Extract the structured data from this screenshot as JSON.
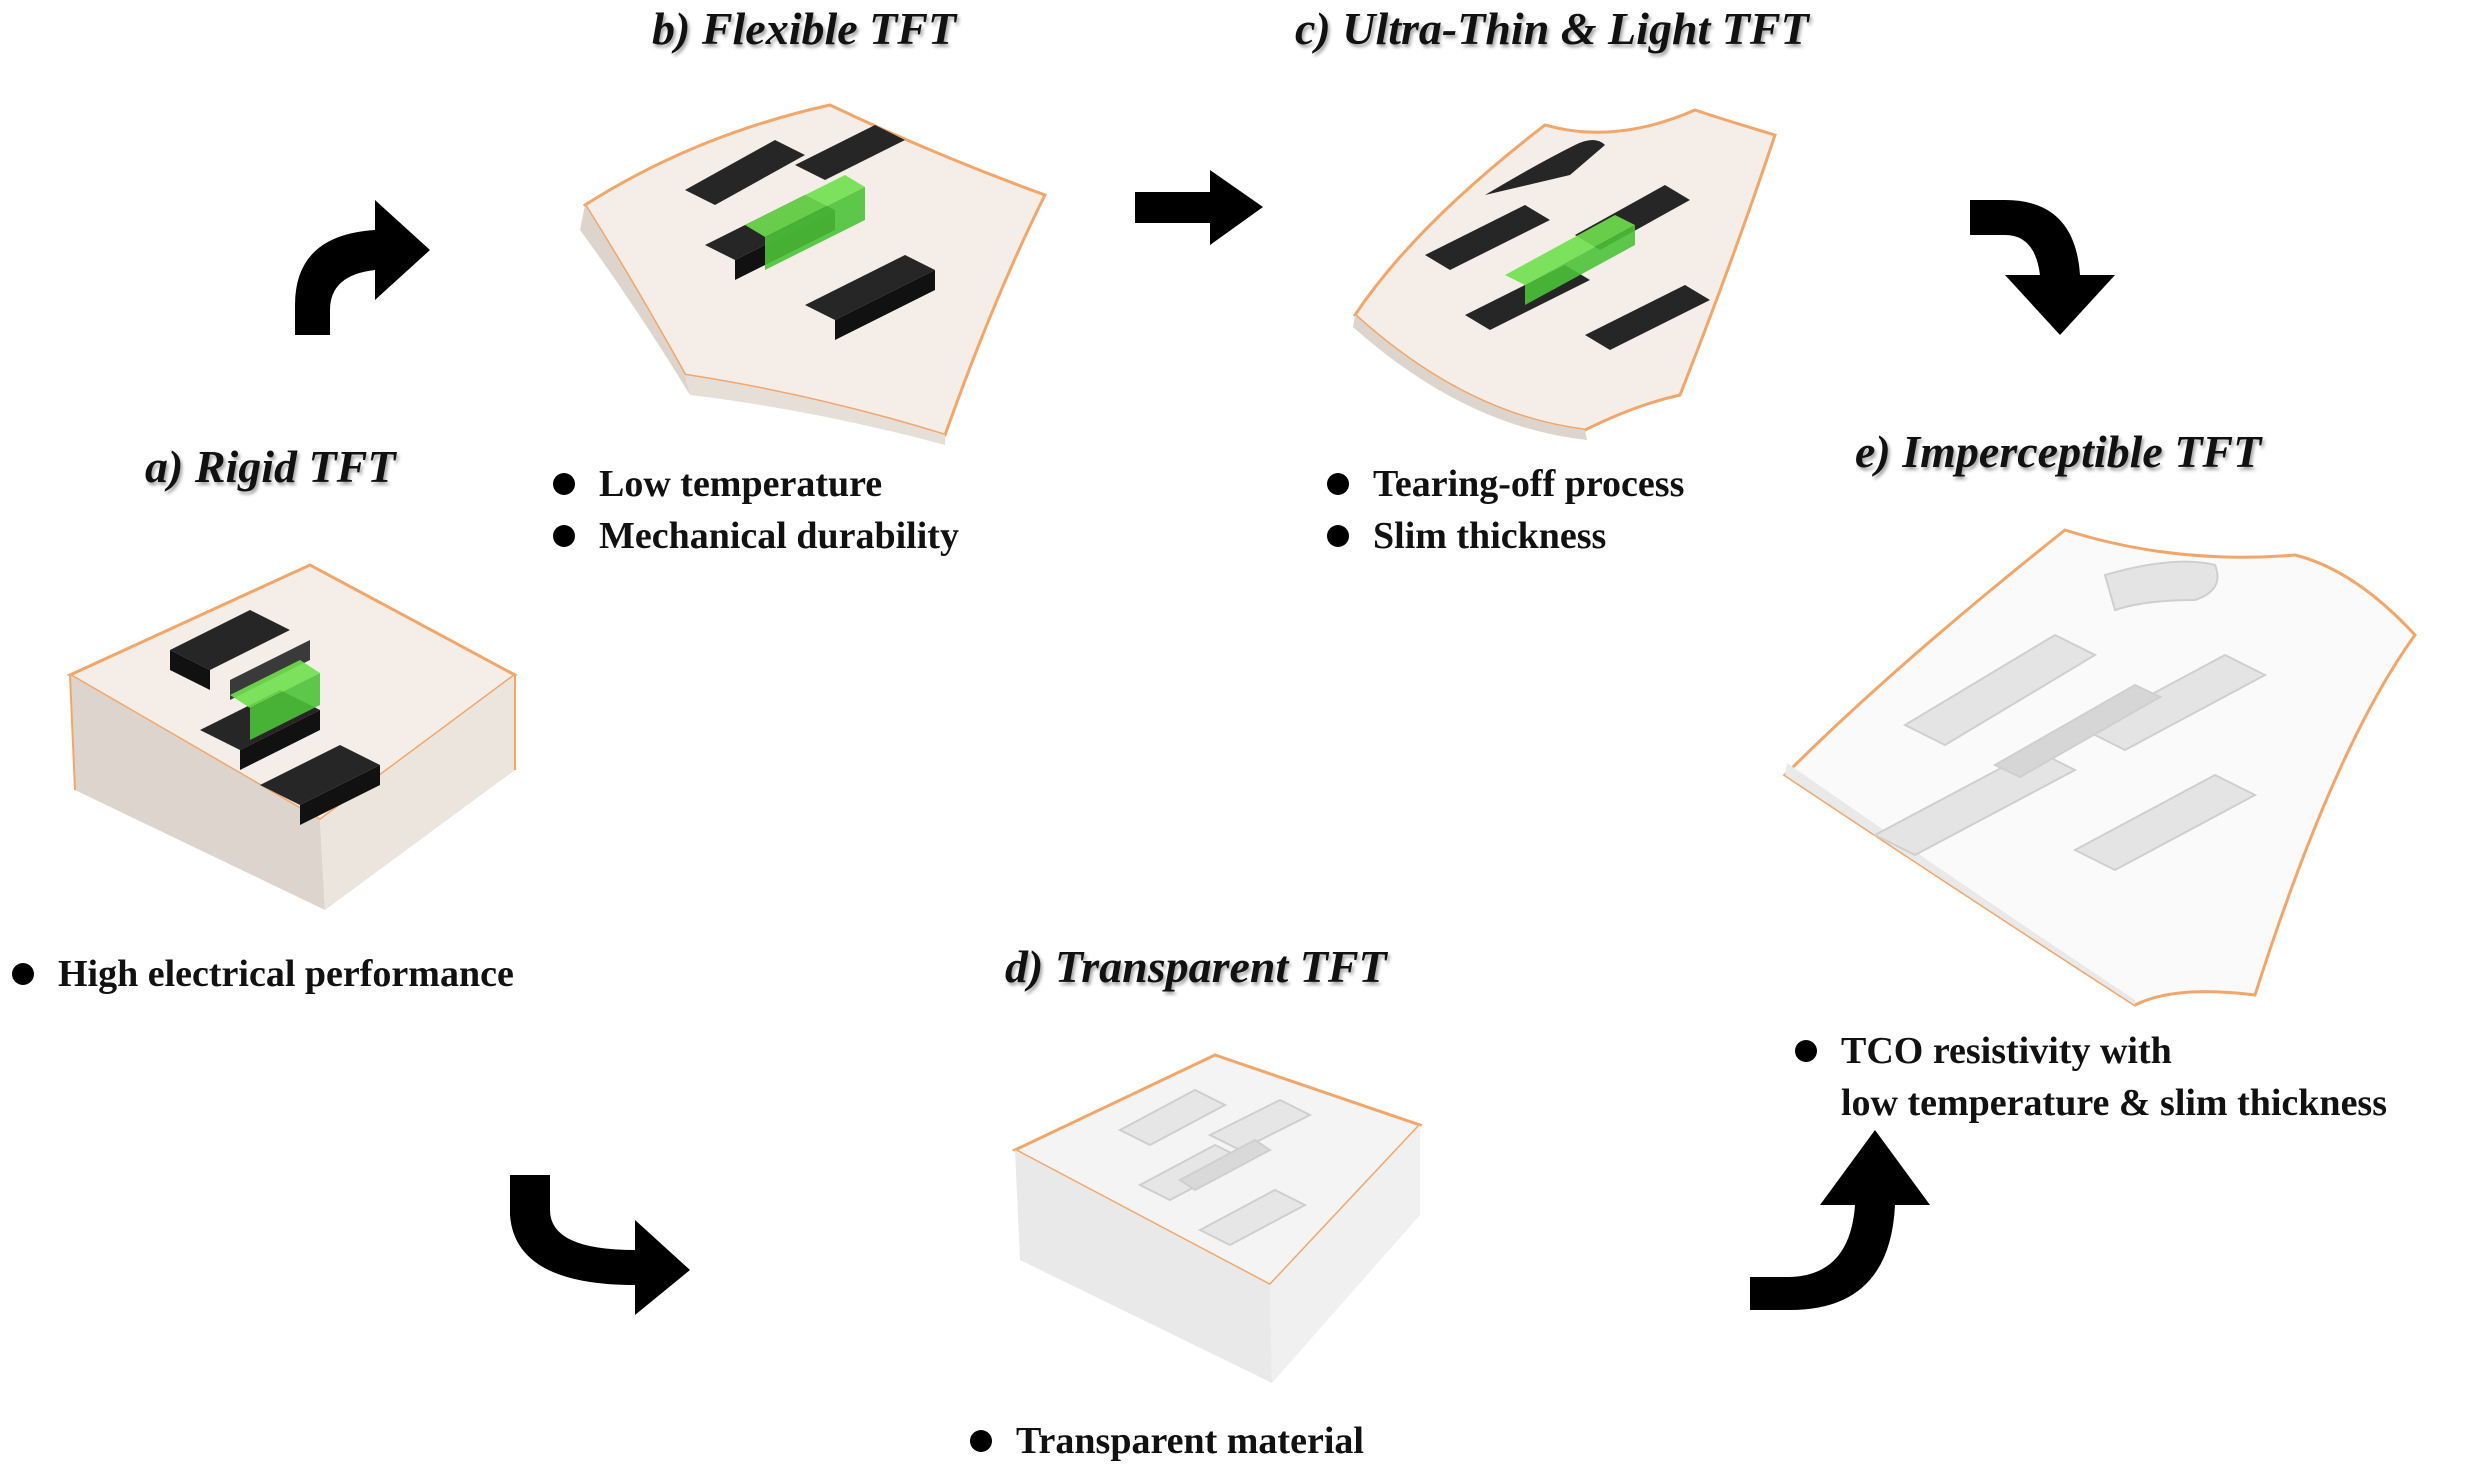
{
  "stages": {
    "a": {
      "title": "a) Rigid TFT",
      "bullets": [
        "High electrical performance"
      ]
    },
    "b": {
      "title": "b) Flexible TFT",
      "bullets": [
        "Low temperature",
        "Mechanical durability"
      ]
    },
    "c": {
      "title": "c) Ultra-Thin & Light TFT",
      "bullets": [
        "Tearing-off process",
        "Slim thickness"
      ]
    },
    "d": {
      "title": "d) Transparent TFT",
      "bullets": [
        "Transparent material"
      ]
    },
    "e": {
      "title": "e) Imperceptible TFT",
      "bullets": [
        "TCO resistivity with",
        "low temperature & slim thickness"
      ]
    }
  },
  "colors": {
    "substrate_top": "#f5eee8",
    "substrate_side": "#ddd5cd",
    "substrate_edge": "#f2a66a",
    "electrode": "#262626",
    "channel": "#6fe04f",
    "transparent_part": "#e6e6e6",
    "arrow": "#000000"
  },
  "icons": [
    "curved-arrow-icon",
    "straight-arrow-icon",
    "bullet-dot-icon"
  ]
}
